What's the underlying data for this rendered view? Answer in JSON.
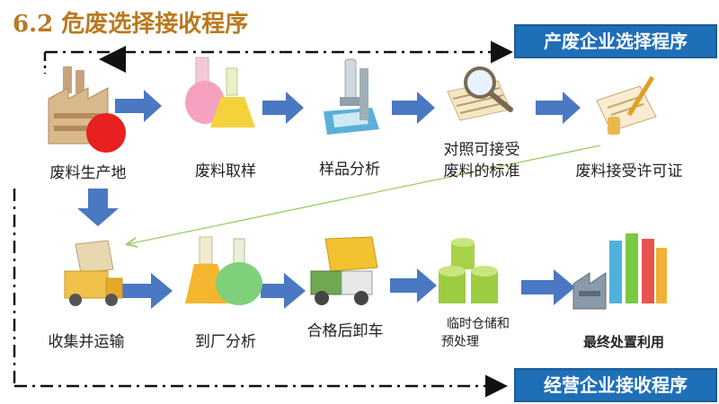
{
  "title": "6.2 危废选择接收程序",
  "banners": {
    "top": "产废企业选择程序",
    "bottom": "经营企业接收程序"
  },
  "steps_top": [
    {
      "label": "废料生产地"
    },
    {
      "label": "废料取样"
    },
    {
      "label": "样品分析"
    },
    {
      "label_line1": "对照可接受",
      "label_line2": "废料的标准"
    },
    {
      "label": "废料接受许可证"
    }
  ],
  "steps_bottom": [
    {
      "label": "收集并运输"
    },
    {
      "label": "到厂分析"
    },
    {
      "label": "合格后卸车"
    },
    {
      "label_line1": "临时仓储和",
      "label_line2": "预处理"
    },
    {
      "label": "最终处置利用"
    }
  ],
  "colors": {
    "arrow": "#4a78c2",
    "title": "#b9791f",
    "banner": "#1f6fb7",
    "dashline": "#111111",
    "green_line": "#9ccc65",
    "red_dot": "#e8201f"
  },
  "icons": [
    "factory-icon",
    "flask-icon",
    "microscope-icon",
    "magnifier-document-icon",
    "certificate-icon",
    "truck-icon",
    "lab-flask-icon",
    "dump-truck-icon",
    "storage-tanks-icon",
    "disposal-plant-icon"
  ]
}
